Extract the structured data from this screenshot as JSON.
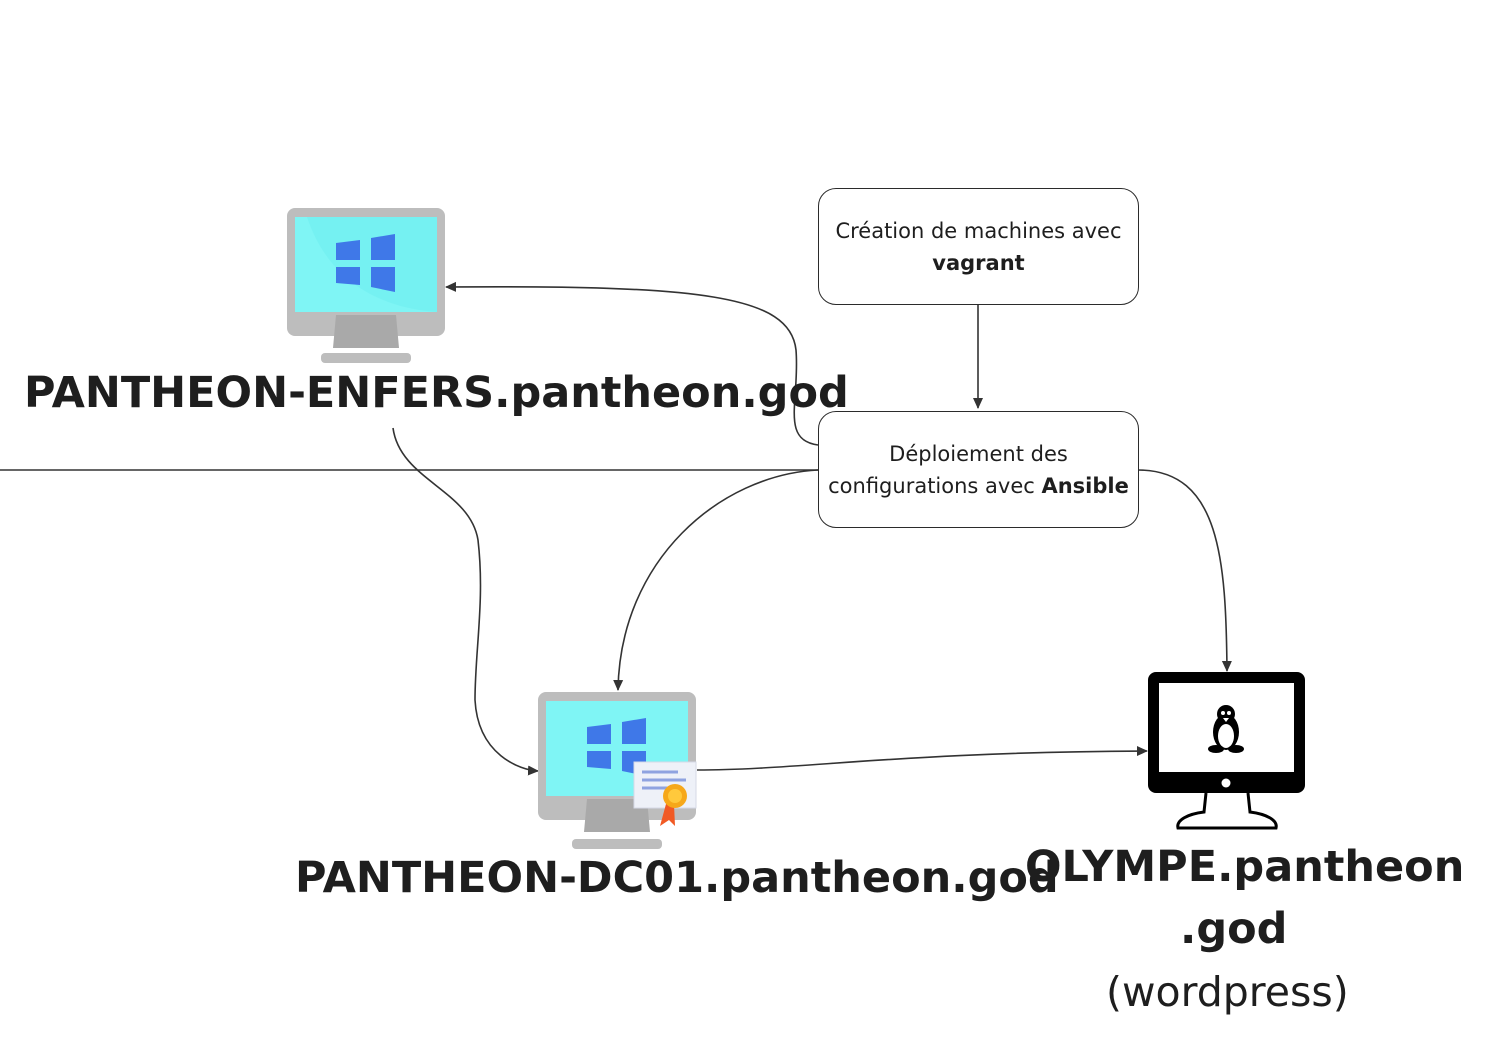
{
  "nodes": {
    "vagrant_box": {
      "line1": "Création de machines avec",
      "line2_bold": "vagrant"
    },
    "ansible_box": {
      "line1": "Déploiement des",
      "line2_prefix": "configurations avec ",
      "line2_bold": "Ansible"
    },
    "enfers": {
      "label": "PANTHEON-ENFERS.pantheon.god",
      "icon": "windows-monitor-icon"
    },
    "dc01": {
      "label": "PANTHEON-DC01.pantheon.god",
      "icon": "windows-monitor-certificate-icon"
    },
    "olympe": {
      "label_line1": "OLYMPE.pantheon",
      "label_line2": ".god",
      "sublabel": "(wordpress)",
      "icon": "linux-monitor-icon"
    }
  },
  "colors": {
    "screen": "#7ff5f5",
    "bezel": "#bdbdbd",
    "windows_logo": "#3f78e8",
    "line": "#333333"
  }
}
